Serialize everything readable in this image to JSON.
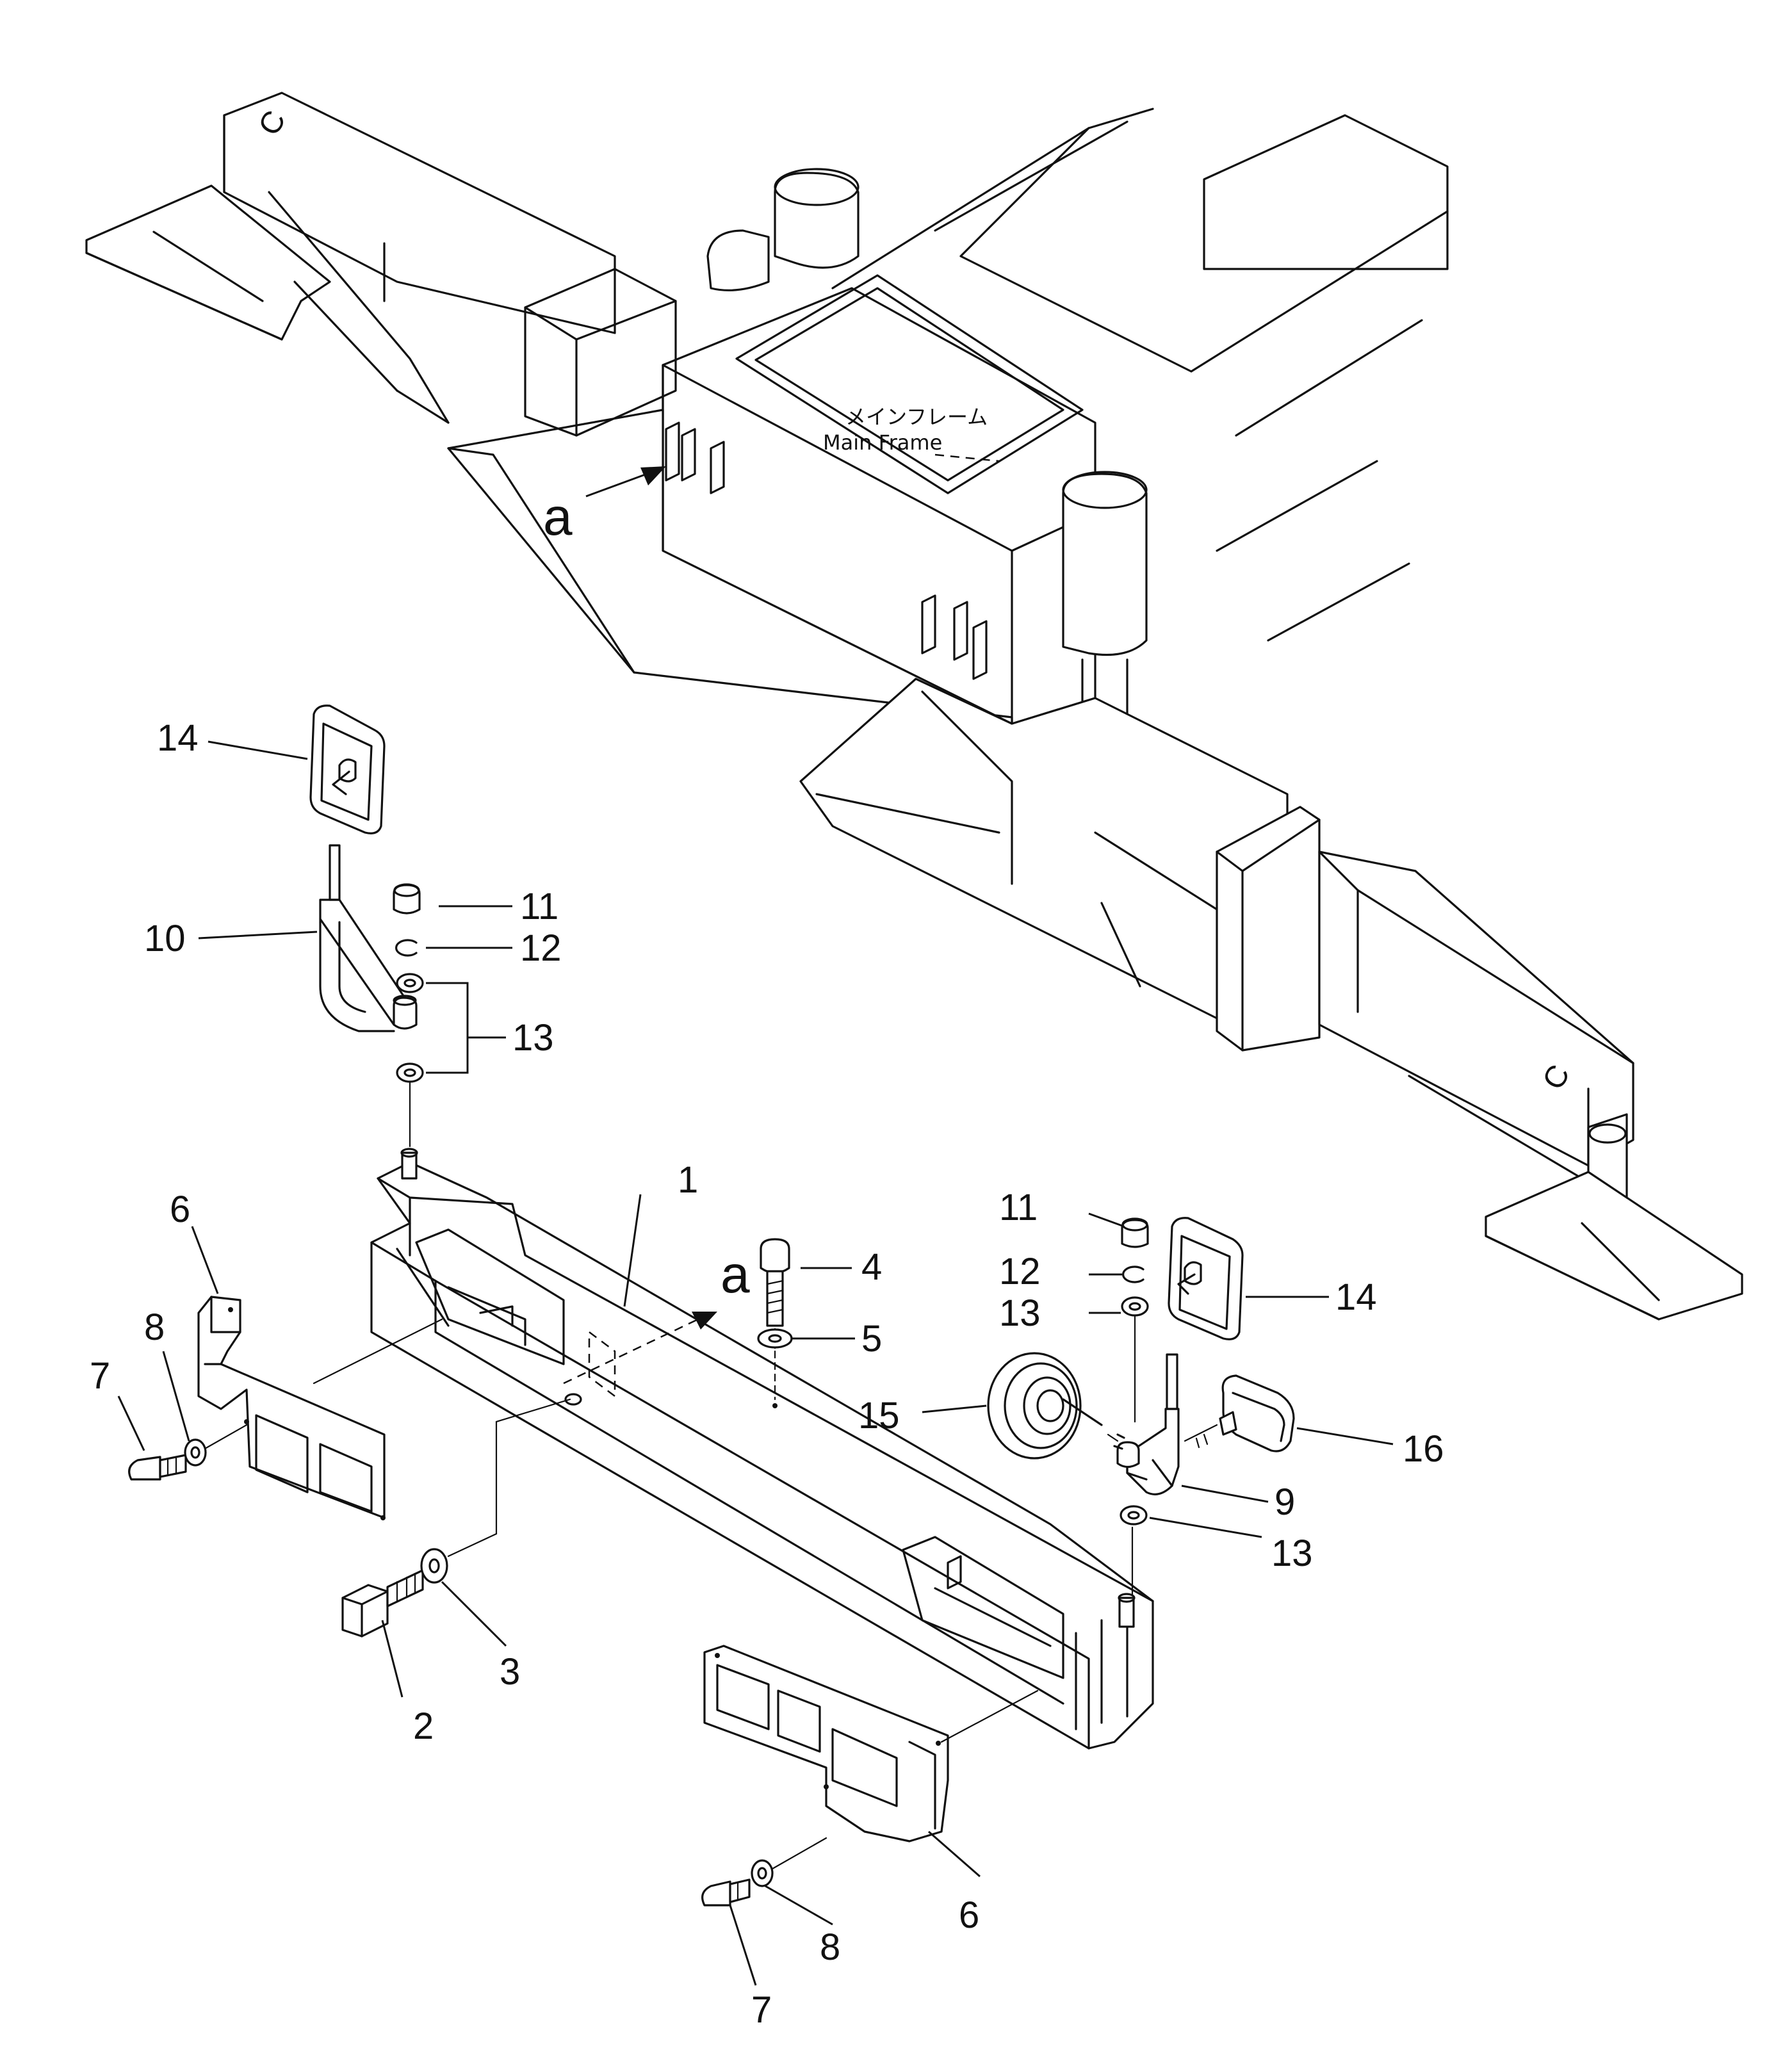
{
  "frame_label": {
    "japanese": "メインフレーム",
    "english": "Main  Frame"
  },
  "frame_marks": [
    "C",
    "C"
  ],
  "reference_letters": [
    "a",
    "a"
  ],
  "callouts": [
    {
      "id": "c1",
      "text": "1"
    },
    {
      "id": "c2",
      "text": "2"
    },
    {
      "id": "c3",
      "text": "3"
    },
    {
      "id": "c4",
      "text": "4"
    },
    {
      "id": "c5",
      "text": "5"
    },
    {
      "id": "c6a",
      "text": "6"
    },
    {
      "id": "c6b",
      "text": "6"
    },
    {
      "id": "c7a",
      "text": "7"
    },
    {
      "id": "c7b",
      "text": "7"
    },
    {
      "id": "c8a",
      "text": "8"
    },
    {
      "id": "c8b",
      "text": "8"
    },
    {
      "id": "c9",
      "text": "9"
    },
    {
      "id": "c10",
      "text": "10"
    },
    {
      "id": "c11a",
      "text": "11"
    },
    {
      "id": "c11b",
      "text": "11"
    },
    {
      "id": "c12a",
      "text": "12"
    },
    {
      "id": "c12b",
      "text": "12"
    },
    {
      "id": "c13a",
      "text": "13"
    },
    {
      "id": "c13b",
      "text": "13"
    },
    {
      "id": "c13c",
      "text": "13"
    },
    {
      "id": "c14a",
      "text": "14"
    },
    {
      "id": "c14b",
      "text": "14"
    },
    {
      "id": "c15",
      "text": "15"
    },
    {
      "id": "c16",
      "text": "16"
    }
  ]
}
